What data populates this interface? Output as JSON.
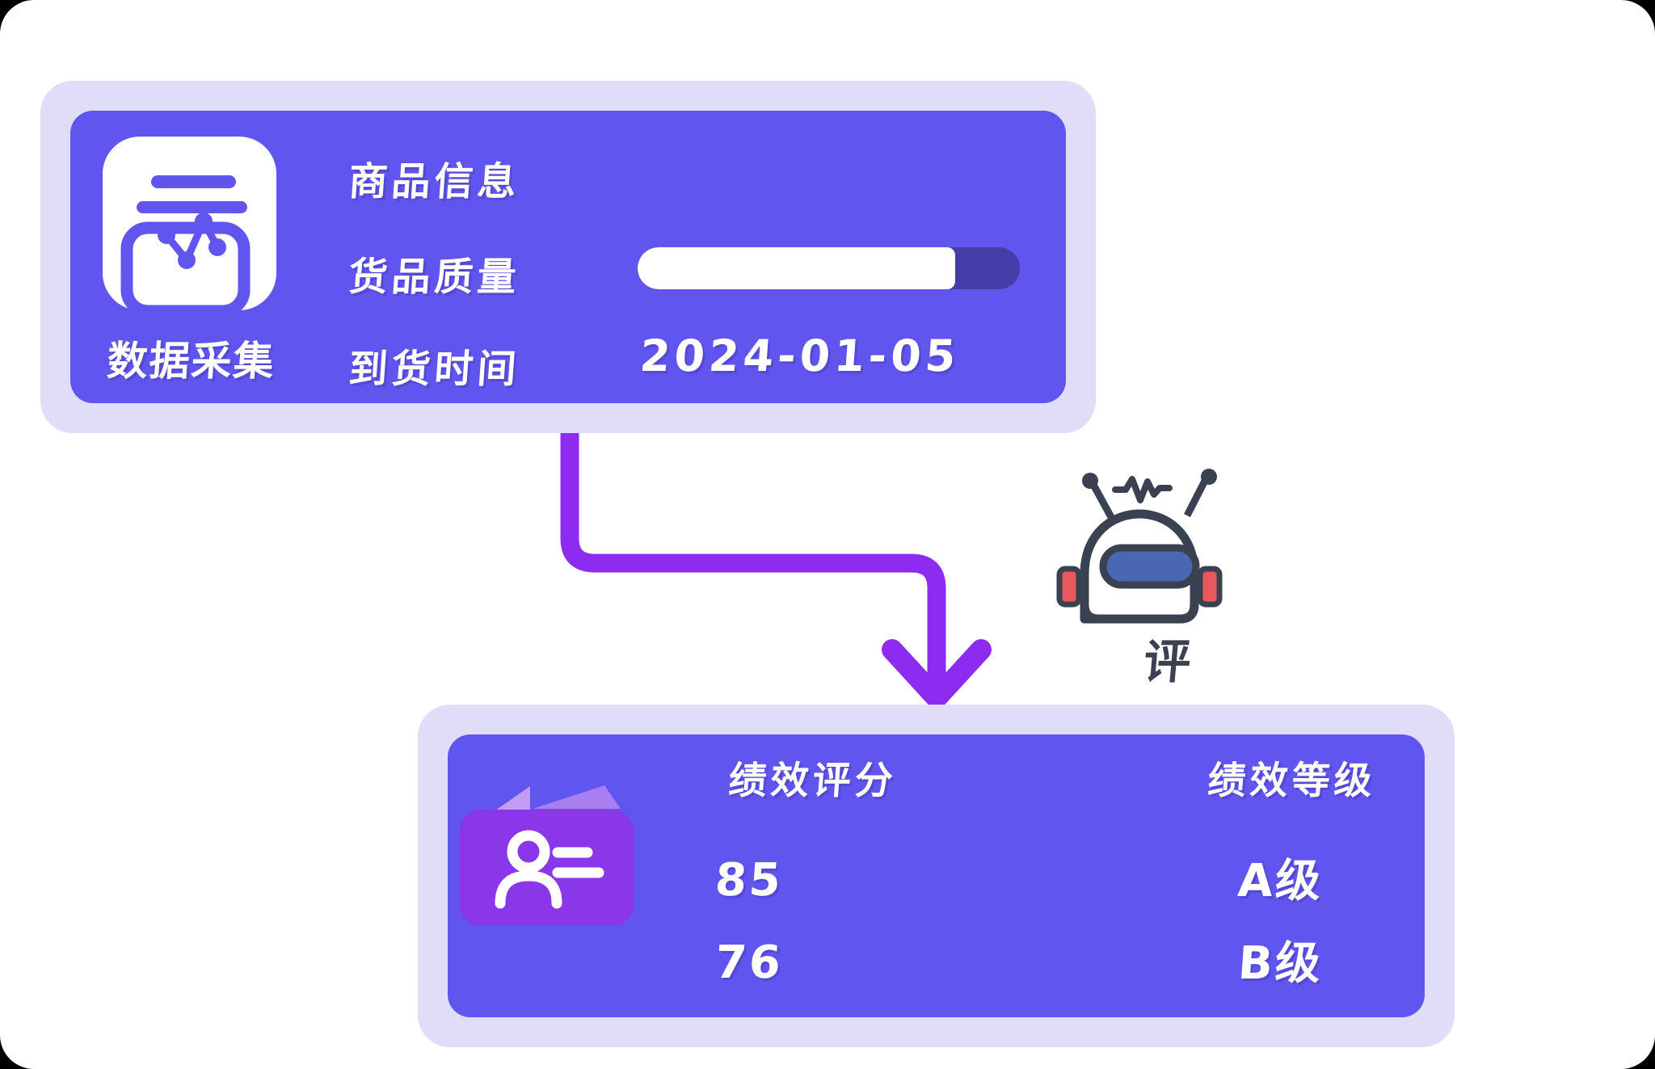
{
  "colors": {
    "card_bg": "#6155ef",
    "card_frame": "#dfddf8",
    "track": "#453ca8",
    "arrow": "#8d2cf0",
    "badge": "#8a36e9",
    "badge_flap_light": "#c19bf4",
    "badge_flap_dark": "#a77ff0",
    "robot_line": "#3a4150",
    "visor": "#4a67b3",
    "ear": "#e8585c"
  },
  "top_card": {
    "icon_label": "数据采集",
    "rows": [
      {
        "label": "商品信息",
        "value": ""
      },
      {
        "label": "货品质量",
        "progress_percent": 83
      },
      {
        "label": "到货时间",
        "value": "2024-01-05"
      }
    ]
  },
  "robot": {
    "caption": "评"
  },
  "bottom_card": {
    "columns": [
      {
        "header": "绩效评分",
        "values": [
          "85",
          "76"
        ]
      },
      {
        "header": "绩效等级",
        "values": [
          "A级",
          "B级"
        ]
      }
    ]
  }
}
